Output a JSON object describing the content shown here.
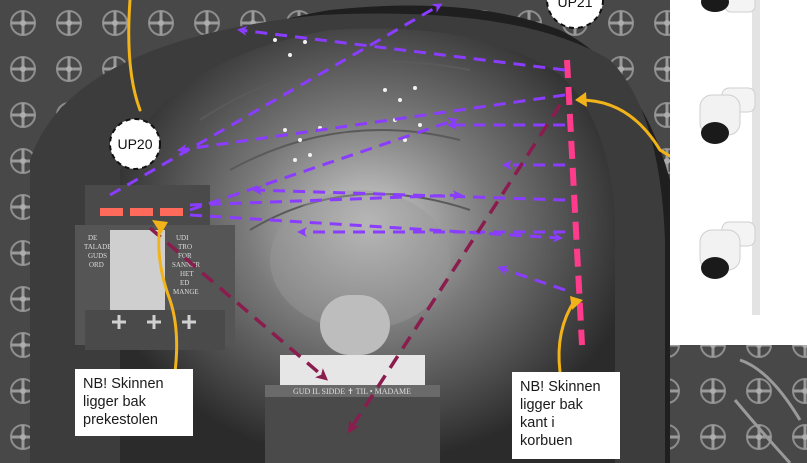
{
  "badges": {
    "up20": "UP20",
    "up21": "UP21"
  },
  "notes": {
    "left": [
      "NB! Skinnen",
      "ligger bak",
      "prekestolen"
    ],
    "right": [
      "NB! Skinnen",
      "ligger bak",
      "kant i",
      "korbuen"
    ]
  },
  "panel_text": {
    "pulpit": [
      "DE",
      "TALADE",
      "GUDS",
      "ORD",
      "UDI",
      "TRO",
      "FOR",
      "SANNER",
      "HET",
      "ED",
      "MANGE"
    ],
    "altar_rail": "GUD IL SIDDE ✝ TIL • MADAME"
  },
  "colors": {
    "arrow_purple": "#8a3cff",
    "arrow_dark_red": "#8a1c4e",
    "rail_pink": "#ff3c8c",
    "pulpit_marks": "#ff6a5a",
    "callout_line": "#f2b31a",
    "note_background": "#ffffff"
  },
  "icons": [
    "spotlight-icon",
    "spotlight-icon",
    "spotlight-icon"
  ]
}
